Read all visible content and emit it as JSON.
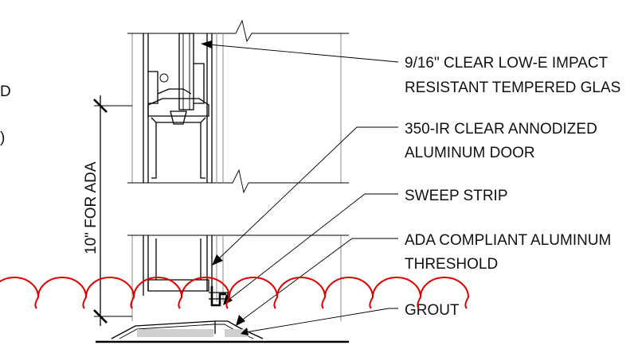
{
  "colors": {
    "line": "#000000",
    "light_line": "#8a8a8a",
    "revision_cloud": "#e00000",
    "background": "#ffffff"
  },
  "left_edge_fragments": [
    "D",
    ")"
  ],
  "callouts": [
    {
      "id": "glass",
      "lines": [
        "9/16\" CLEAR LOW-E IMPACT",
        "RESISTANT TEMPERED GLAS"
      ]
    },
    {
      "id": "door",
      "lines": [
        "350-IR CLEAR ANNODIZED",
        "ALUMINUM DOOR"
      ]
    },
    {
      "id": "sweep",
      "lines": [
        "SWEEP STRIP"
      ]
    },
    {
      "id": "threshold",
      "lines": [
        "ADA COMPLIANT ALUMINUM",
        "THRESHOLD"
      ]
    },
    {
      "id": "grout",
      "lines": [
        "GROUT"
      ]
    }
  ],
  "dimension": {
    "label": "10\" FOR ADA"
  }
}
